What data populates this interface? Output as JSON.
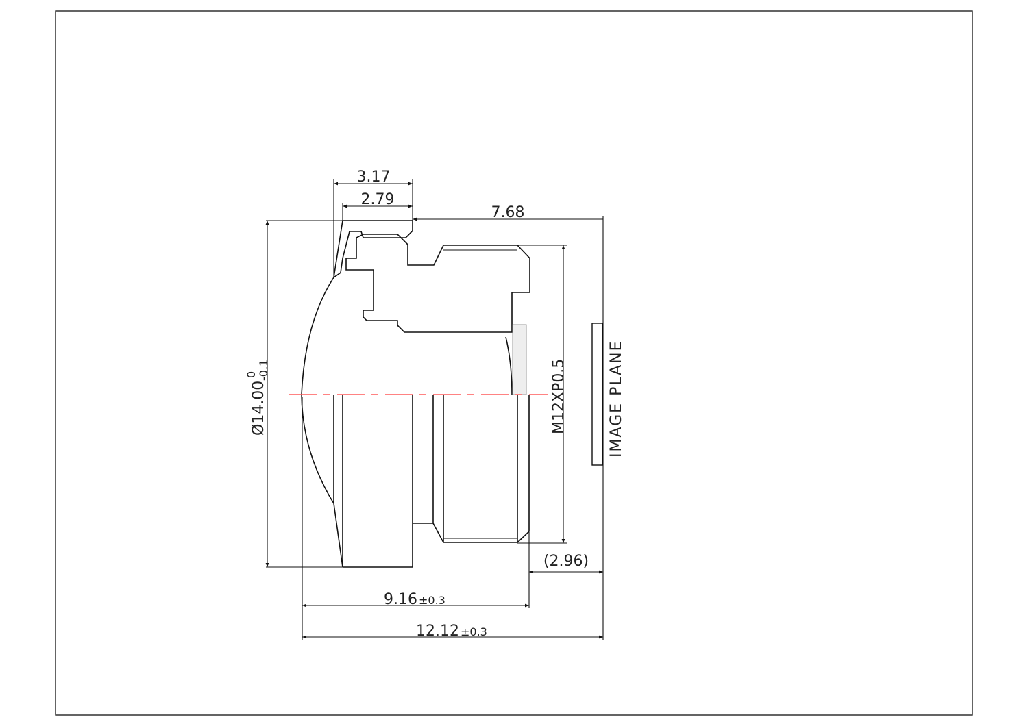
{
  "drawing": {
    "dimensions": {
      "d1": "3.17",
      "d2": "2.79",
      "d3": "7.68",
      "diameter": "Ø14.00",
      "diameter_upper_tol": "0",
      "diameter_lower_tol": "-0.1",
      "thread": "M12XP0.5",
      "back_focal": "(2.96)",
      "length_main": "9.16",
      "length_main_tol": "±0.3",
      "length_total": "12.12",
      "length_total_tol": "±0.3"
    },
    "image_plane_label": "IMAGE PLANE",
    "colors": {
      "line": "#111111",
      "centerline": "#ff5a5a",
      "filter": "#d8d8d8"
    }
  }
}
